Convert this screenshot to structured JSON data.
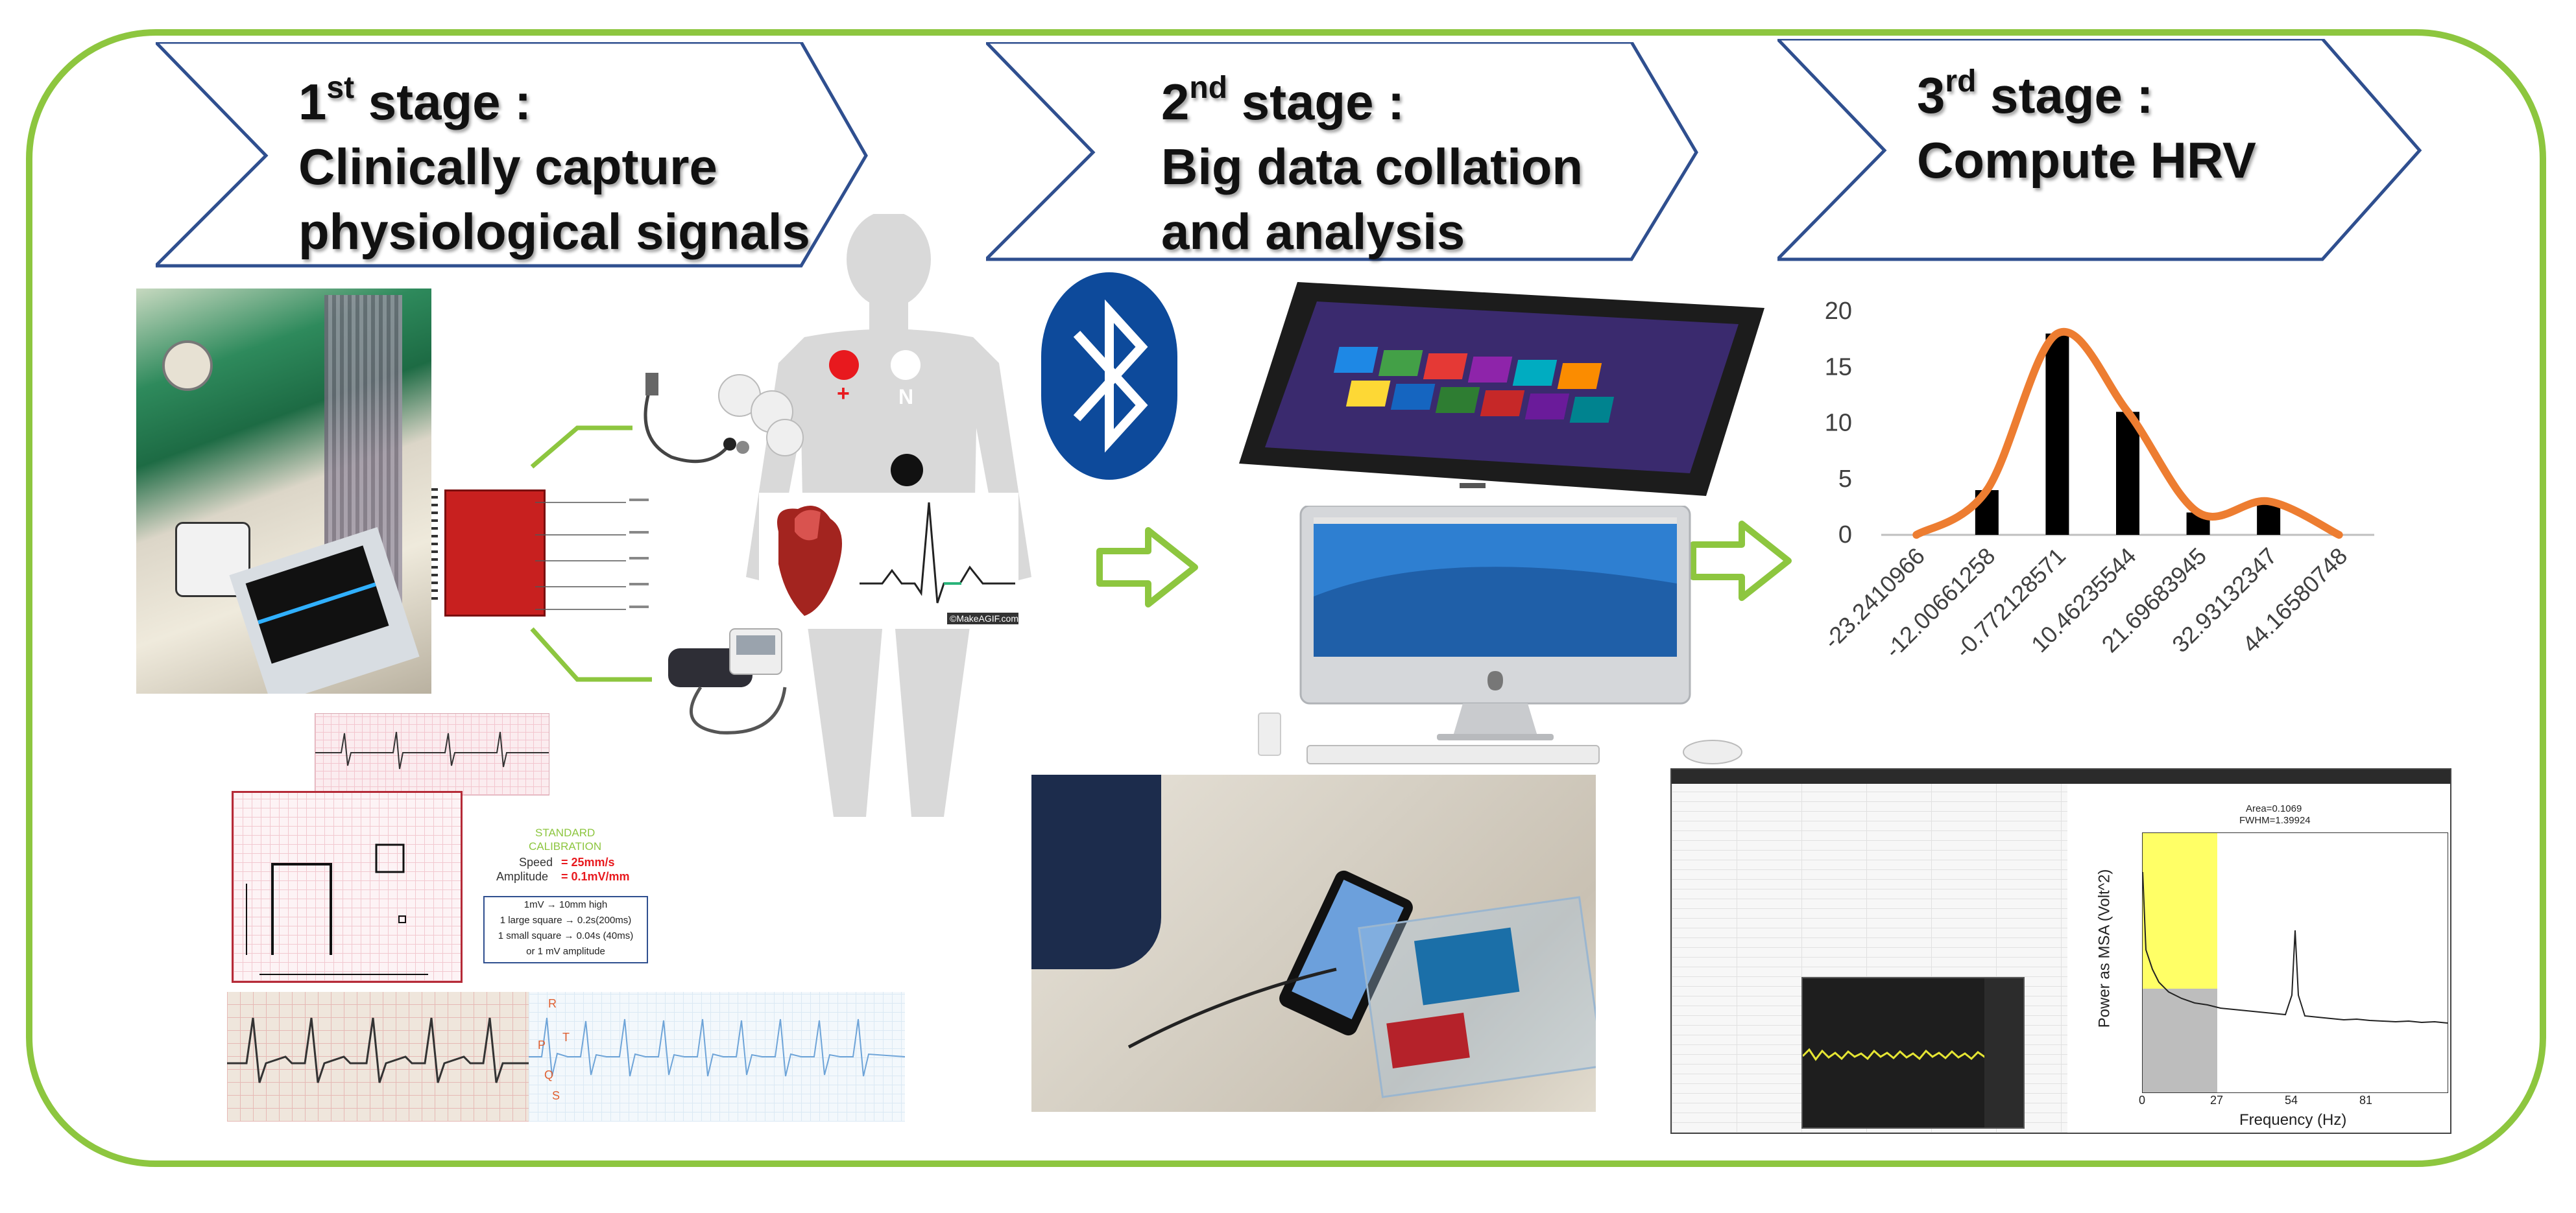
{
  "stages": [
    {
      "number": "1",
      "suffix": "st",
      "word": " stage :",
      "line1": "Clinically capture",
      "line2": "physiological signals"
    },
    {
      "number": "2",
      "suffix": "nd",
      "word": " stage :",
      "line1": "Big data collation",
      "line2": "and analysis"
    },
    {
      "number": "3",
      "suffix": "rd",
      "word": " stage :",
      "line1": "Compute HRV",
      "line2": ""
    }
  ],
  "body_markers": {
    "plus": "+",
    "neutral": "N"
  },
  "ecg_wave_labels": {
    "r": "R",
    "t": "T",
    "p": "P",
    "q": "Q",
    "s": "S",
    "credit": "©MakeAGIF.com"
  },
  "calibration": {
    "title_line1": "STANDARD",
    "title_line2": "CALIBRATION",
    "speed_label": "Speed",
    "speed_value": "= 25mm/s",
    "amp_label": "Amplitude",
    "amp_value": "= 0.1mV/mm",
    "box_lines": [
      "1mV → 10mm high",
      "1 large square → 0.2s(200ms)",
      "1 small square → 0.04s (40ms)",
      "or 1 mV amplitude"
    ]
  },
  "histogram": {
    "chart_data": {
      "type": "bar",
      "categories": [
        "-23.2410966",
        "-12.00661258",
        "-0.772128571",
        "10.46235544",
        "21.69683945",
        "32.93132347",
        "44.16580748"
      ],
      "values": [
        0,
        4,
        18,
        11,
        2,
        3,
        0
      ],
      "ylim": [
        0,
        20
      ],
      "yticks": [
        0,
        5,
        10,
        15,
        20
      ],
      "bar_color": "#000000",
      "curve_color": "#ed7d31",
      "grid": false
    }
  },
  "spectrum": {
    "ylabel": "Power as MSA (Volt^2)",
    "xlabel": "Frequency (Hz)",
    "xticks": [
      "0",
      "27",
      "54",
      "81"
    ],
    "annotation_line1": "Area=0.1069",
    "annotation_line2": "FWHM=1.39924"
  },
  "colors": {
    "accent_green": "#8dc63f",
    "banner_border": "#2f4f8f",
    "bluetooth": "#0d4a9b",
    "marker_red": "#e8191e"
  }
}
